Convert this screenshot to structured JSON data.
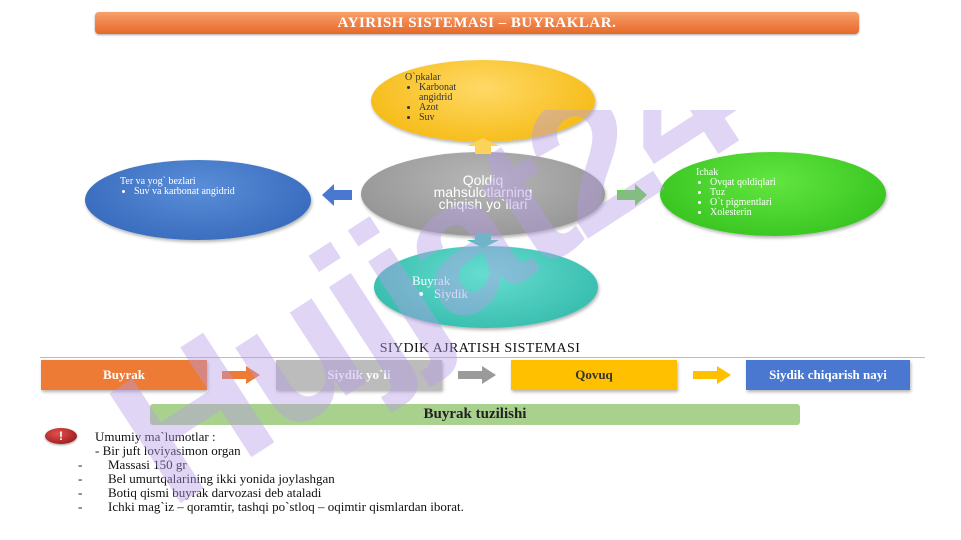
{
  "title": "AYIRISH SISTEMASI – BUYRAKLAR.",
  "center": {
    "lines": [
      "Qoldiq",
      "mahsulotlarning",
      "chiqish yo`llari"
    ]
  },
  "lungs": {
    "heading": "O`pkalar",
    "items": [
      "Karbonat angidrid",
      "Azot",
      "Suv"
    ]
  },
  "sweat": {
    "heading": "Ter va yog` bezlari",
    "items": [
      "Suv va karbonat angidrid"
    ]
  },
  "intestine": {
    "heading": "Ichak",
    "items": [
      "Ovqat qoldiqlari",
      "Tuz",
      "O`t pigmentlari",
      "Xolesterin"
    ]
  },
  "kidney": {
    "heading": "Buyrak",
    "items": [
      "Siydik"
    ]
  },
  "section_heading": "SIYDIK AJRATISH SISTEMASI",
  "flow": [
    "Buyrak",
    "Siydik yo`li",
    "Qovuq",
    "Siydik chiqarish nayi"
  ],
  "structure_title": "Buyrak tuzilishi",
  "info": {
    "intro": "Umumiy ma`lumotlar :",
    "lines": [
      "- Bir juft loviyasimon organ",
      "Massasi 150 gr",
      "Bel umurtqalarining ikki yonida joylashgan",
      "Botiq qismi buyrak darvozasi deb ataladi",
      "Ichki mag`iz – qoramtir, tashqi po`stloq – oqimtir qismlardan iborat."
    ],
    "dash": "-"
  },
  "watermark": "Hujjat24",
  "colors": {
    "title_bar": "#e8672a",
    "lungs": "#f3b300",
    "center": "#8d8d8d",
    "sweat": "#2f62b5",
    "intestine": "#2dbb18",
    "kidney": "#2ab4a4",
    "flow_buyrak": "#ed7a35",
    "flow_yoli": "#bcbcbc",
    "flow_qovuq": "#ffc000",
    "flow_nayi": "#4a78d0",
    "structure_bar": "#a9d18e",
    "watermark": "#b89ae6"
  }
}
